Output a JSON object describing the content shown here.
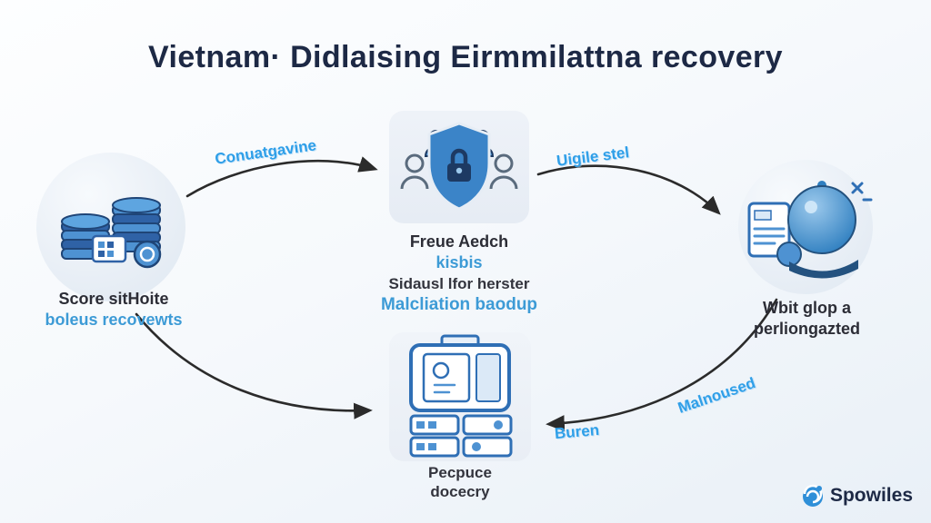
{
  "title": "Vietnam· Didlaising Eirmmilattna recovery",
  "nodes": {
    "funds": {
      "line1": "Score sitHoite",
      "line2": "boleus recovewts"
    },
    "shield": {
      "line1": "Freue Aedch",
      "line2": "kisbis",
      "line3": "Sidausl lfor herster",
      "line4": "Malcliation baodup"
    },
    "gong": {
      "line1": "Wbit glop a",
      "line2": "perliongazted"
    },
    "machine": {
      "line1": "Pecpuce",
      "line2": "docecry"
    }
  },
  "arrows": {
    "left_to_shield": "Conuatgavine",
    "shield_to_right": "Uigile stel",
    "right_to_machine": "Malnoused",
    "machine_side": "Buren"
  },
  "logo": {
    "name": "Spowiles"
  },
  "colors": {
    "accent_blue": "#2f9fe8",
    "title_navy": "#1d2945",
    "illustration_blue": "#2f6fb5",
    "label_blue": "#3d9bd6"
  },
  "icons": {
    "left": "coin-stacks-icon",
    "center": "shield-users-icon",
    "right": "gong-card-icon",
    "bottom": "ballot-machine-icon",
    "logo": "swirl-logo-icon"
  }
}
